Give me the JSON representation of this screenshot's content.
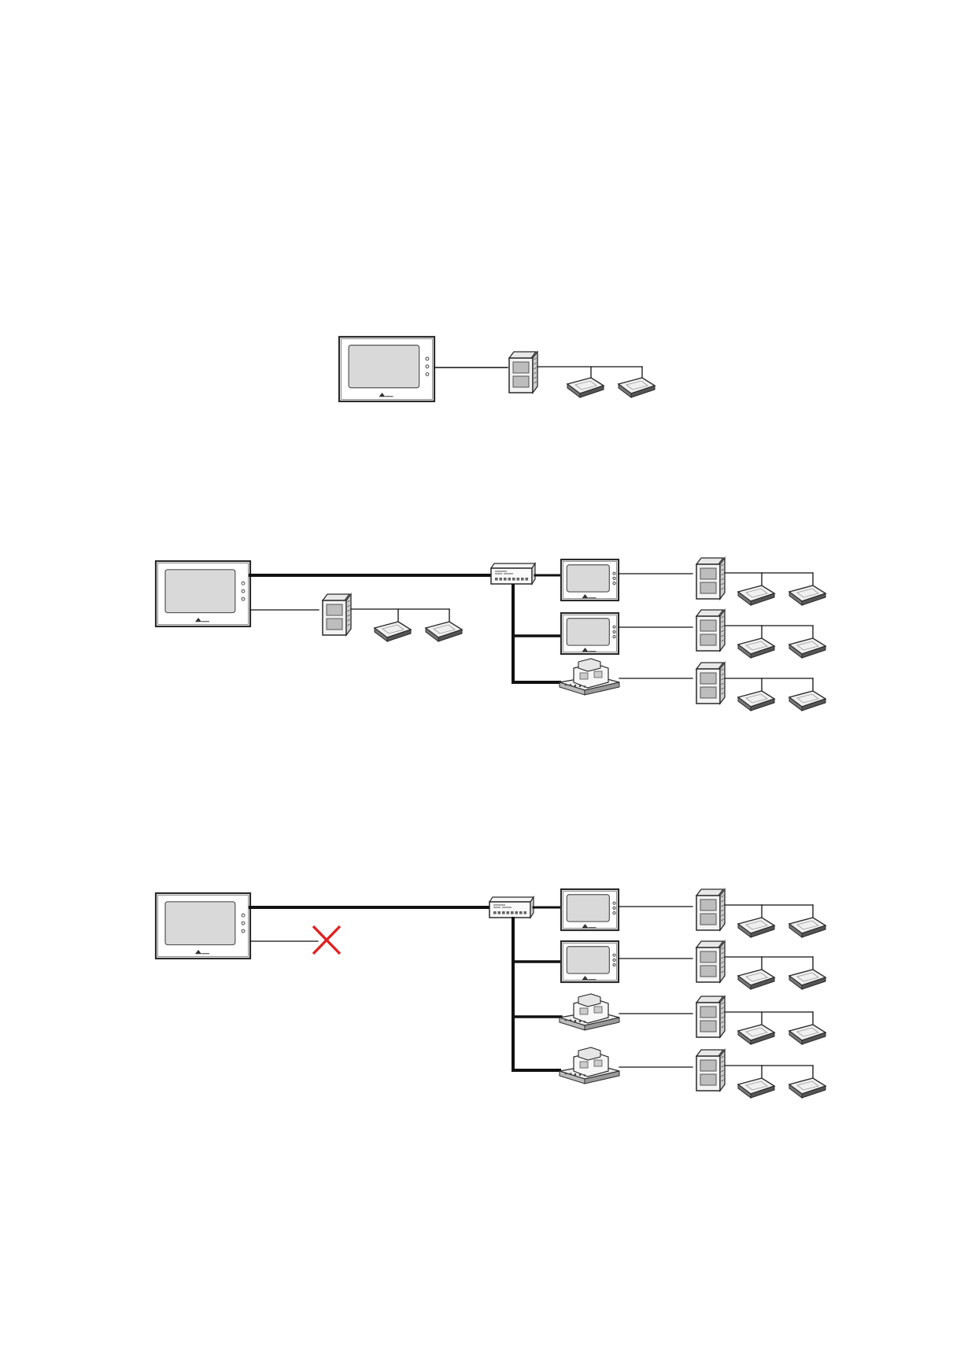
{
  "page": {
    "background": "#ffffff"
  },
  "colors": {
    "line": "#111111",
    "device_frame": "#2a2a2a",
    "device_bezel": "#ffffff",
    "screen_fill": "#d9d9d9",
    "cross": "#e02020"
  },
  "diagrams": [
    {
      "id": "single-system",
      "controllers": 1,
      "outdoor_units": 1,
      "indoor_units_per_outdoor": 2
    },
    {
      "id": "networked-system",
      "hub": "ethernet-hub",
      "branches": [
        "touch-panel-controller",
        "touch-panel-controller",
        "din-rail-interface"
      ],
      "indoor_units_per_outdoor": 2,
      "local_outdoor_connection": true
    },
    {
      "id": "networked-system-no-local",
      "hub": "ethernet-hub",
      "branches": [
        "touch-panel-controller",
        "touch-panel-controller",
        "din-rail-interface",
        "din-rail-interface"
      ],
      "indoor_units_per_outdoor": 2,
      "local_outdoor_connection": false,
      "marker": "cross-icon"
    }
  ],
  "icons": [
    "touch-panel-icon",
    "outdoor-unit-icon",
    "ceiling-cassette-icon",
    "ethernet-hub-icon",
    "din-rail-interface-icon",
    "cross-icon"
  ]
}
